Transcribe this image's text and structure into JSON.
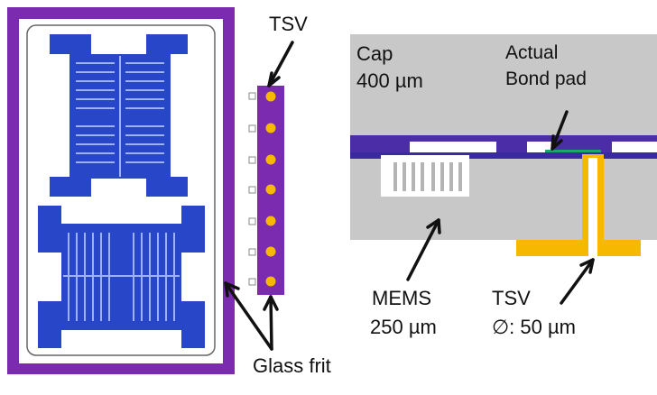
{
  "labels": {
    "tsv_top": "TSV",
    "glass_frit": "Glass frit",
    "cap": "Cap",
    "cap_thickness": "400 µm",
    "actual": "Actual",
    "bond_pad": "Bond pad",
    "mems": "MEMS",
    "mems_thickness": "250 µm",
    "tsv_bottom": "TSV",
    "tsv_diameter": "∅: 50 µm"
  },
  "colors": {
    "frit_purple": "#7a2bb0",
    "mems_blue": "#2747c8",
    "wafer_gray": "#c8c8c8",
    "tsv_yellow": "#f6b800",
    "bond_green": "#19a86a"
  },
  "icons": {
    "arrows": "arrow-icon",
    "tsv_dots": "tsv-dot-icon"
  }
}
